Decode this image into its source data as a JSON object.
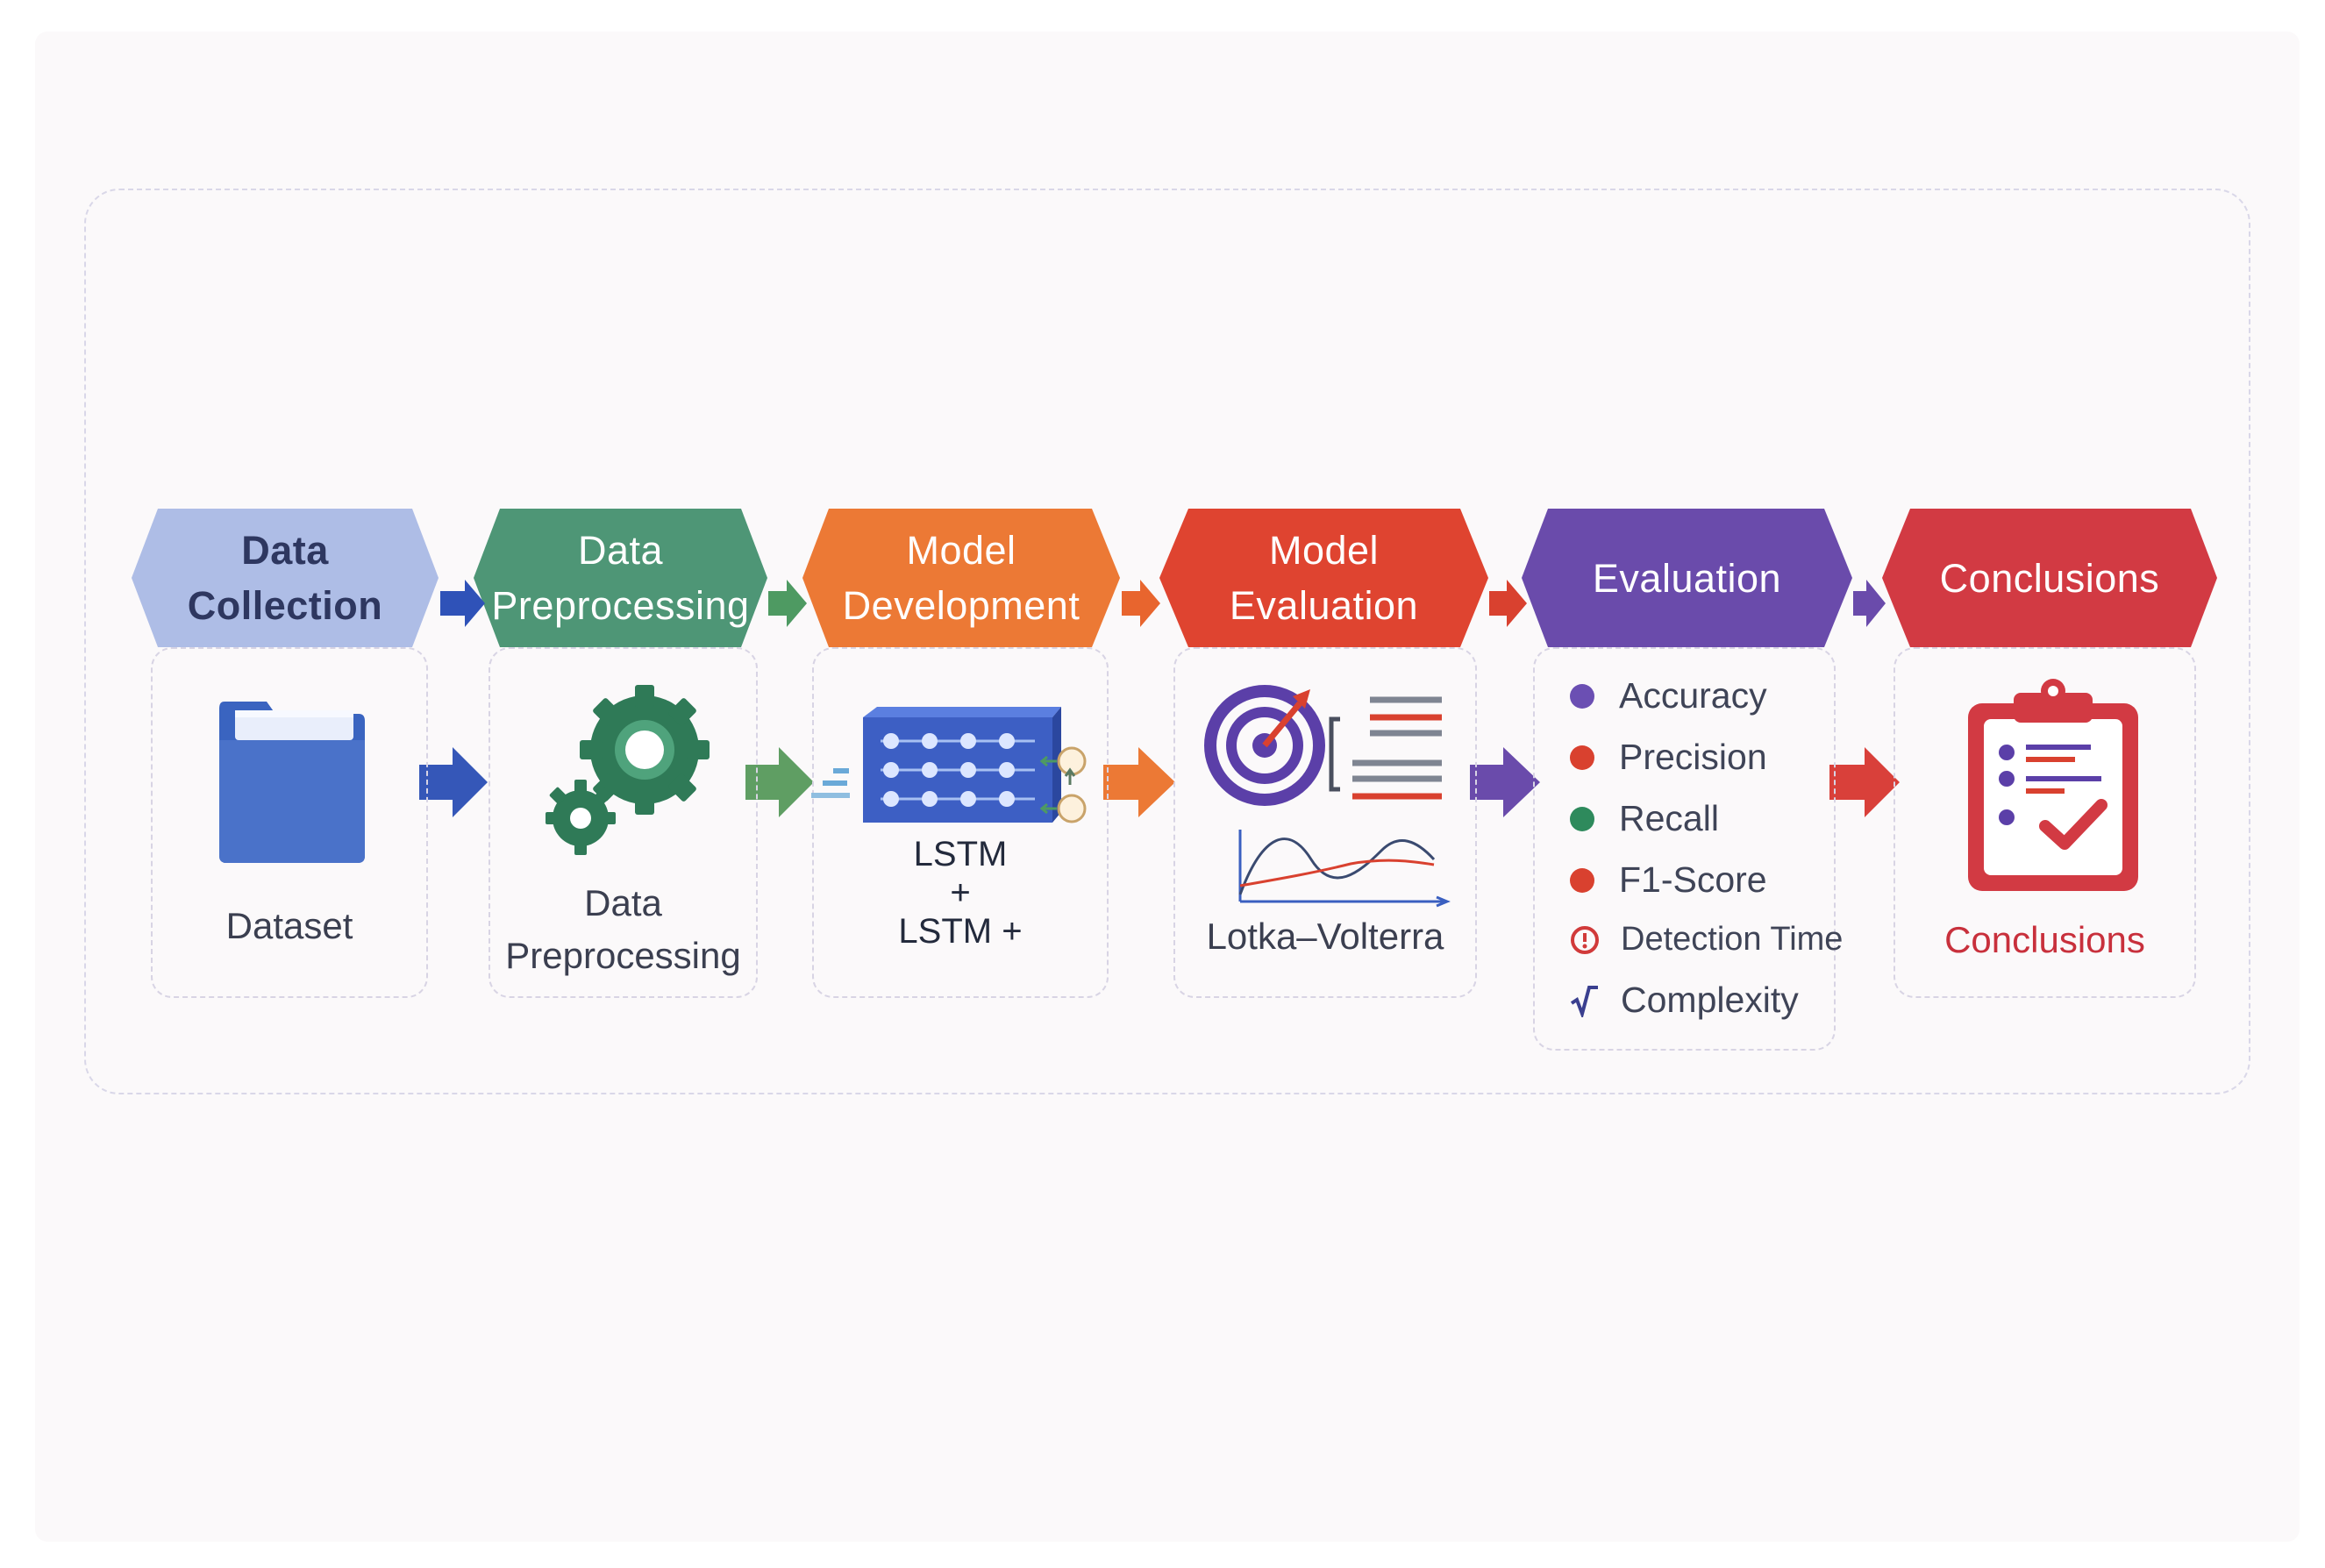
{
  "stages": [
    {
      "title_line1": "Data",
      "title_line2": "Collection",
      "label": "Dataset"
    },
    {
      "title_line1": "Data",
      "title_line2": "Preprocessing",
      "label_line1": "Data",
      "label_line2": "Preprocessing"
    },
    {
      "title_line1": "Model",
      "title_line2": "Development",
      "label_line1": "LSTM",
      "label_line2": "+",
      "label_line3": "LSTM +"
    },
    {
      "title_line1": "Model",
      "title_line2": "Evaluation",
      "label": "Lotka–Volterra"
    },
    {
      "title": "Evaluation"
    },
    {
      "title": "Conclusions",
      "label": "Conclusions"
    }
  ],
  "metrics": [
    {
      "label": "Accuracy",
      "color": "#6b4fb3"
    },
    {
      "label": "Precision",
      "color": "#d9412f"
    },
    {
      "label": "Recall",
      "color": "#2e8a5c"
    },
    {
      "label": "F1-Score",
      "color": "#d9412f"
    },
    {
      "label": "Detection Time",
      "icon": "clock-alert-icon",
      "color": "#d13a3a"
    },
    {
      "label": "Complexity",
      "icon": "sqrt-icon",
      "color": "#3a3f8f"
    }
  ],
  "colors": {
    "collection": "#aebde6",
    "preprocessing": "#4e9676",
    "development": "#ec7935",
    "model_evaluation": "#df4430",
    "evaluation": "#6a4bab",
    "conclusions": "#d23a43"
  }
}
